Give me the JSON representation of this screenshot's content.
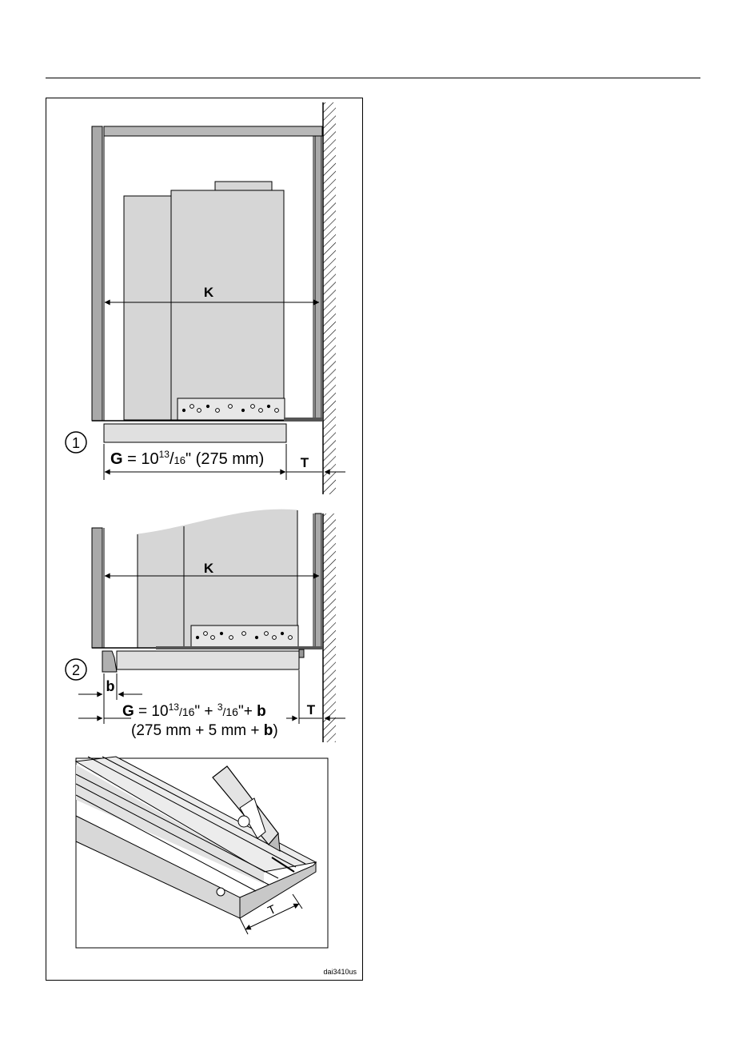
{
  "figure": {
    "step1": {
      "number": "1",
      "label_K": "K",
      "label_T": "T",
      "formula": {
        "G": "G",
        "eq_whole": " = 10",
        "frac_num": "13",
        "frac_sep": "/",
        "frac_den": "16",
        "rest": "\" (275 mm)"
      }
    },
    "step2": {
      "number": "2",
      "label_K": "K",
      "label_T": "T",
      "label_b": "b",
      "formula_line1": {
        "G": "G",
        "eq_whole": " = 10",
        "frac1_num": "13",
        "frac1_den": "/16",
        "plus": "\" + ",
        "frac2_num": "3",
        "frac2_den": "/16",
        "plus_b": "\"+ ",
        "b": "b"
      },
      "formula_line2": {
        "open": "(275 mm + 5 mm + ",
        "b": "b",
        "close": ")"
      }
    },
    "step3": {
      "label_T": "T"
    },
    "reference_code": "dai3410us"
  },
  "colors": {
    "panel_gray": "#d6d6d6",
    "dark_gray": "#9a9a9a",
    "line": "#000000"
  }
}
